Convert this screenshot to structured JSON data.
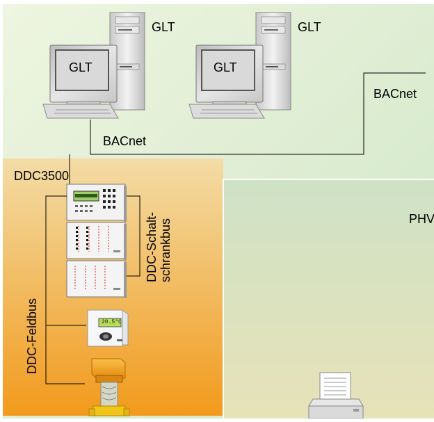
{
  "labels": {
    "glt_tower_left": "GLT",
    "glt_tower_right": "GLT",
    "glt_screen_left": "GLT",
    "glt_screen_right": "GLT",
    "bacnet_right": "BACnet",
    "bacnet_bus": "BACnet",
    "ddc3500": "DDC3500",
    "ddc_schaltschrankbus_line1": "DDC-Schalt-",
    "ddc_schaltschrankbus_line2": "schrankbus",
    "ddc_feldbus": "DDC-Feldbus",
    "phv_partial": "PHV",
    "controller_display": "20.5°C"
  },
  "colors": {
    "background_top": "#d6e9c8",
    "lower_left_top": "#f3d9a0",
    "lower_left_bottom": "#f29a1c",
    "lower_right_panel": "#d2e3c4",
    "actuator": "#f2a51c",
    "lines": "#000000"
  },
  "icons": {
    "workstation": "desktop-computer-icon",
    "controller": "ddc-controller-icon",
    "io_module": "io-module-icon",
    "room_unit": "room-thermostat-icon",
    "valve": "valve-actuator-icon",
    "printer": "printer-icon"
  }
}
